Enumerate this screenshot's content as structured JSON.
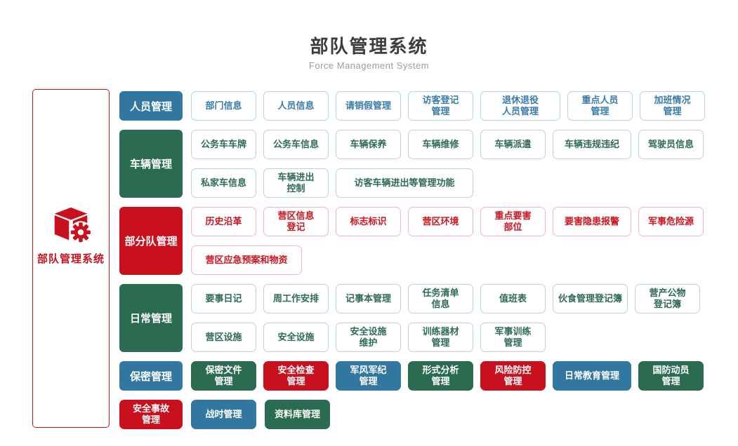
{
  "header": {
    "title": "部队管理系统",
    "subtitle": "Force Management System"
  },
  "sidebar": {
    "label": "部队管理系统",
    "icon": "cube-gear-icon"
  },
  "colors": {
    "blue": "#31779F",
    "green": "#2B6B52",
    "red": "#C9101E",
    "blue_text": "#3A7CA8",
    "green_text": "#2E6B52",
    "red_text": "#CF1420",
    "blue_border": "#B5D2E6",
    "green_border": "#B9D6C9",
    "red_border": "#F0B6BA"
  },
  "groups": [
    {
      "category": "人员管理",
      "color": "blue",
      "lines": [
        [
          "部门信息",
          "人员信息",
          "请销假管理",
          "访客登记\n管理",
          "退休退役\n人员管理",
          "重点人员\n管理",
          "加班情况\n管理"
        ]
      ]
    },
    {
      "category": "车辆管理",
      "color": "green",
      "lines": [
        [
          "公务车车牌",
          "公务车信息",
          "车辆保养",
          "车辆维修",
          "车辆派遣",
          "车辆违规违纪",
          "驾驶员信息"
        ],
        [
          "私家车信息",
          "车辆进出\n控制",
          "访客车辆进出等管理功能"
        ]
      ]
    },
    {
      "category": "部分队管理",
      "color": "red",
      "lines": [
        [
          "历史沿革",
          "营区信息\n登记",
          "标志标识",
          "营区环境",
          "重点要害\n部位",
          "要害隐患报警",
          "军事危险源"
        ],
        [
          "营区应急预案和物资"
        ]
      ]
    },
    {
      "category": "日常管理",
      "color": "green",
      "lines": [
        [
          "要事日记",
          "周工作安排",
          "记事本管理",
          "任务清单\n信息",
          "值班表",
          "伙食管理登记簿",
          "营产公物\n登记簿"
        ],
        [
          "营区设施",
          "安全设施",
          "安全设施\n维护",
          "训练器材\n管理",
          "军事训练\n管理"
        ]
      ]
    },
    {
      "category": "保密管理",
      "color": "blue",
      "solid_items": [
        {
          "label": "保密文件\n管理",
          "color": "green"
        },
        {
          "label": "安全检查\n管理",
          "color": "red"
        },
        {
          "label": "军风军纪\n管理",
          "color": "blue"
        },
        {
          "label": "形式分析\n管理",
          "color": "green"
        },
        {
          "label": "风险防控\n管理",
          "color": "red"
        },
        {
          "label": "日常教育管理",
          "color": "blue"
        },
        {
          "label": "国防动员\n管理",
          "color": "green"
        }
      ]
    }
  ],
  "bottom_row": [
    {
      "label": "安全事故\n管理",
      "color": "red"
    },
    {
      "label": "战时管理",
      "color": "blue"
    },
    {
      "label": "资料库管理",
      "color": "green"
    }
  ]
}
